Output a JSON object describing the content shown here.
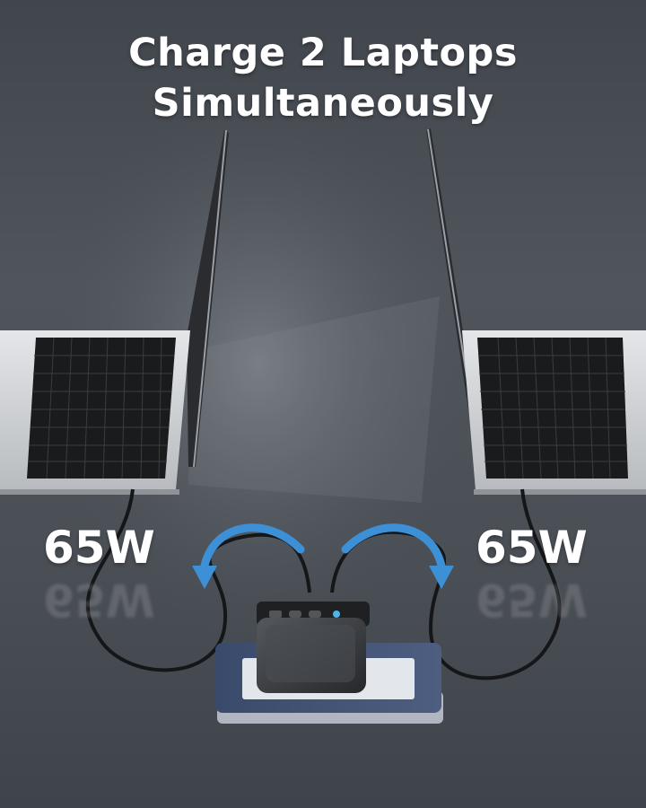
{
  "headline": {
    "line1": "Charge 2 Laptops",
    "line2": "Simultaneously"
  },
  "ports": {
    "left_output": "65W",
    "right_output": "65W"
  },
  "colors": {
    "background": "#4a4f56",
    "arrow_blue": "#3d8fd6",
    "laptop_silver": "#c9ccd0",
    "keyboard_black": "#1a1b1d",
    "charger_body": "#2e3033",
    "headline_text": "#ffffff"
  },
  "icons": [
    "curved-arrow-down-left-icon",
    "curved-arrow-down-right-icon"
  ]
}
